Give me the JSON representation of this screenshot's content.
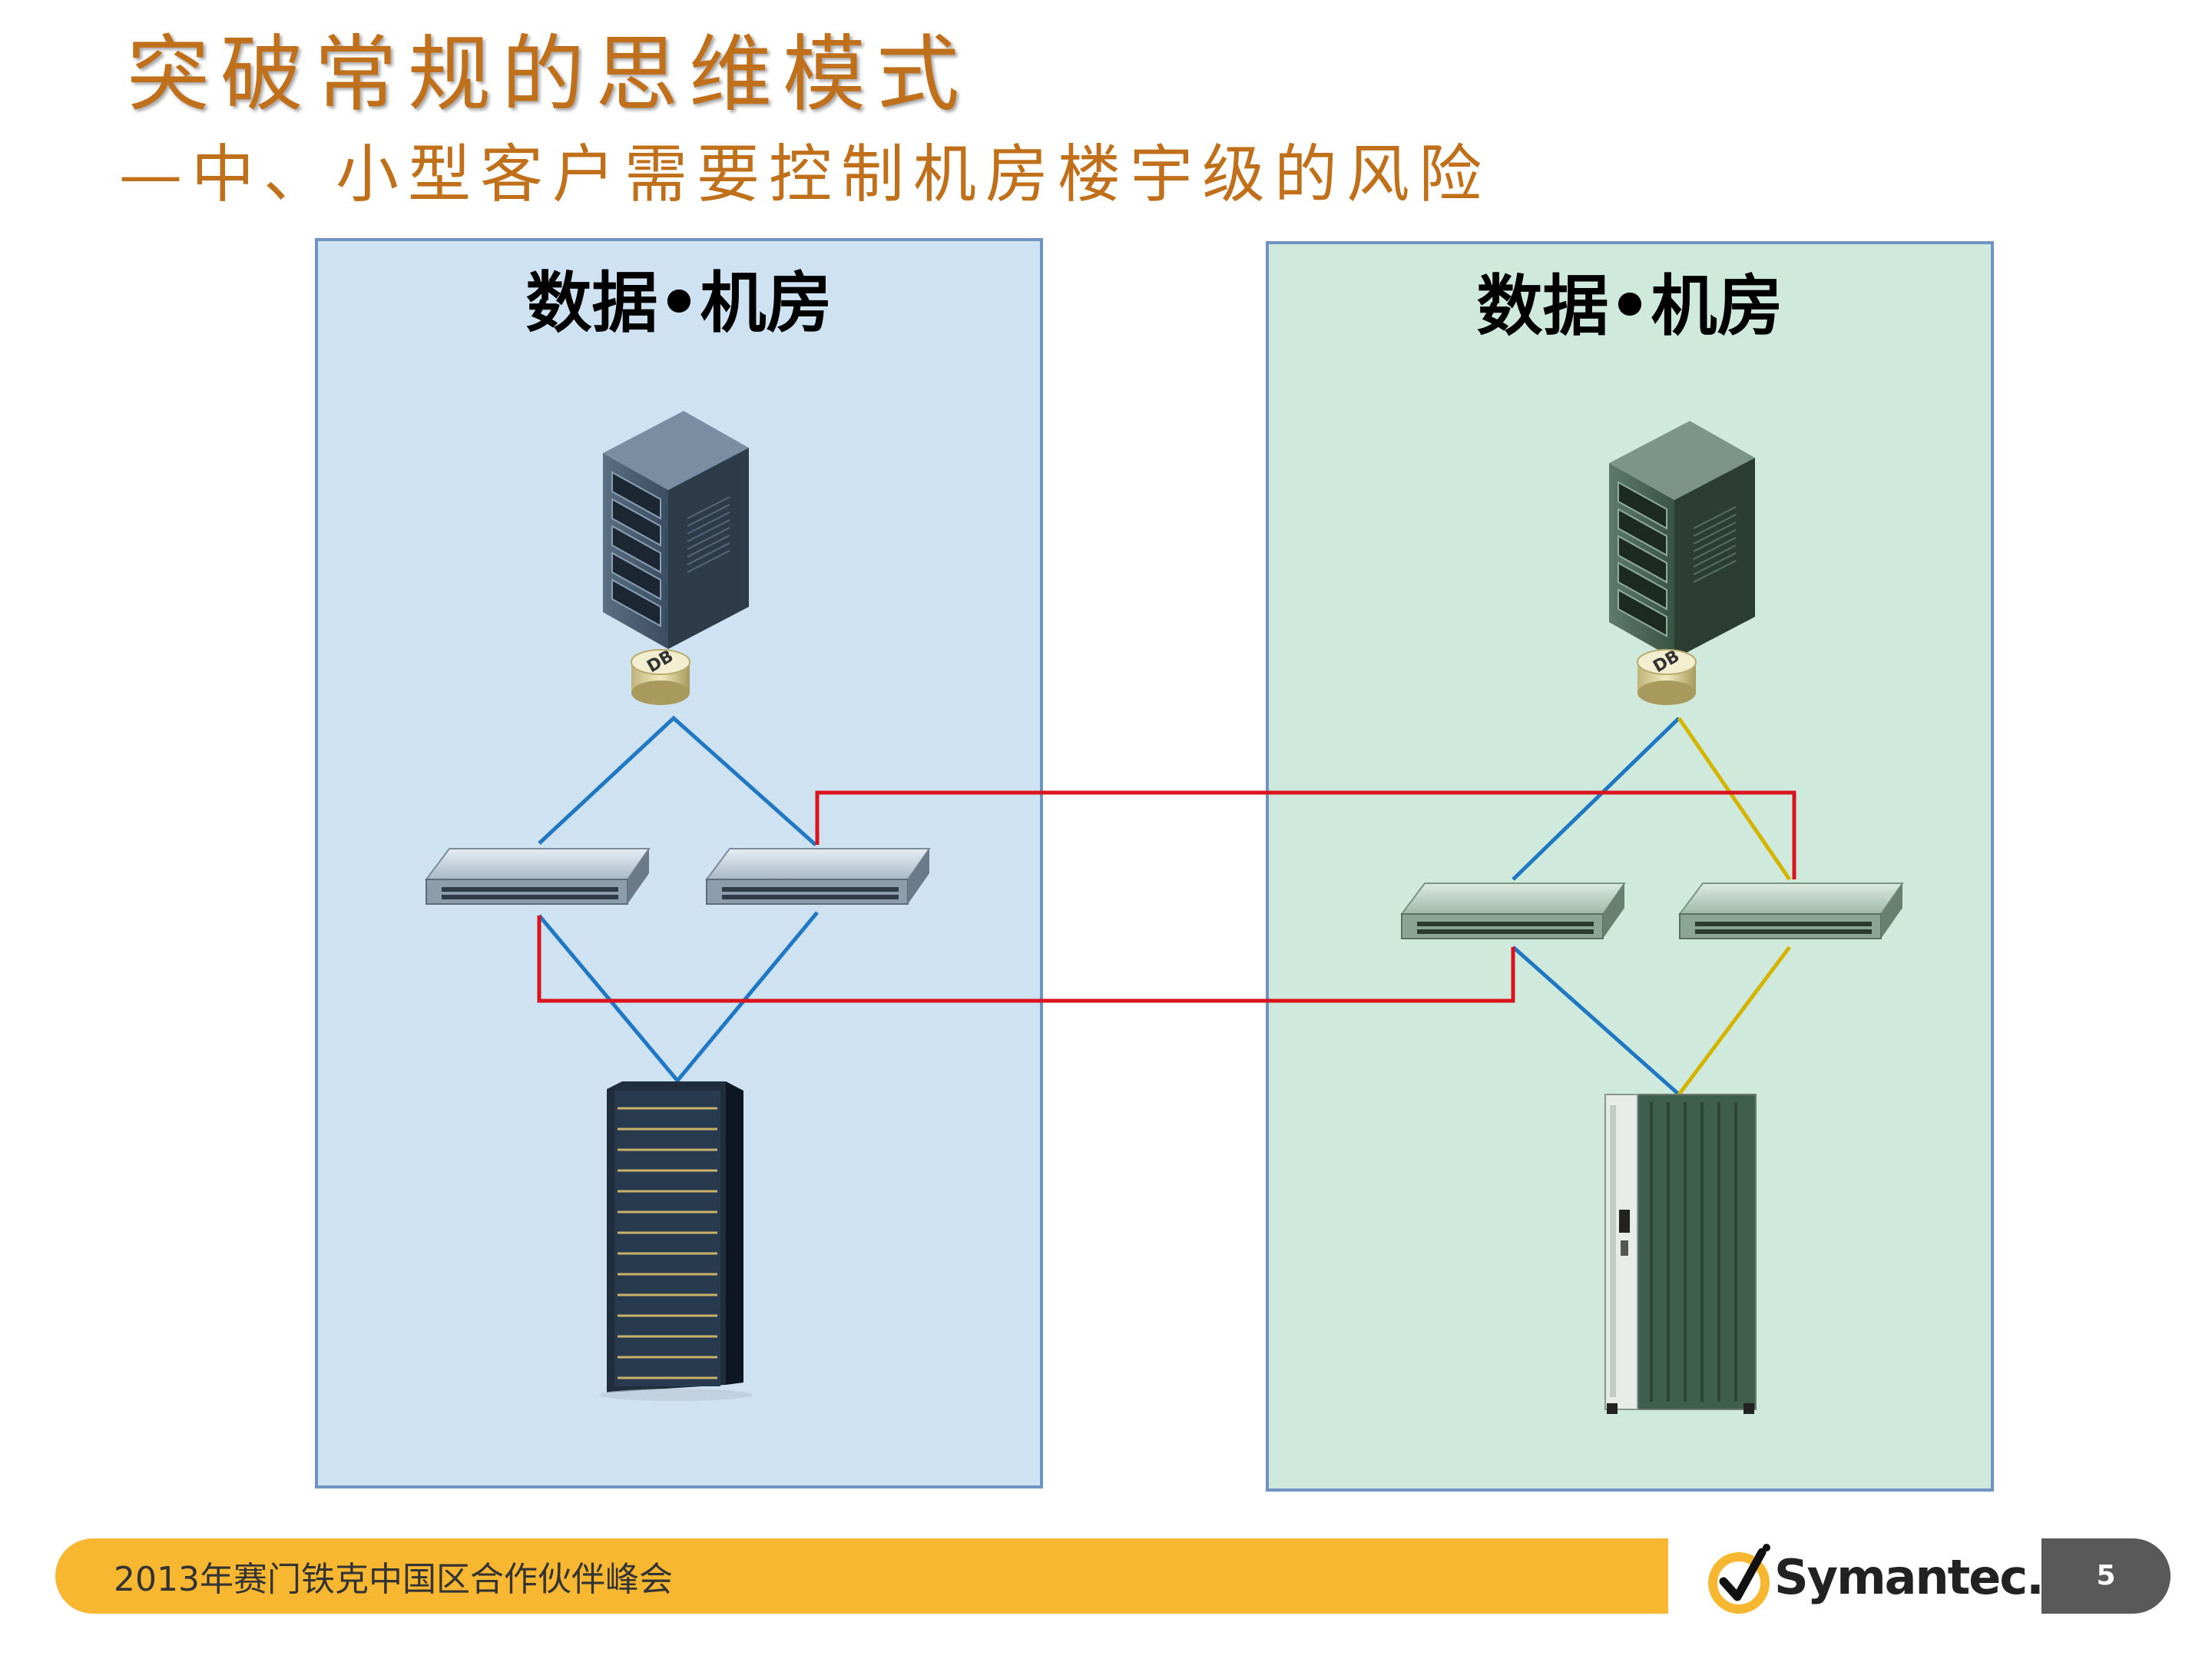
{
  "slide": {
    "title": "突破常规的思维模式",
    "subtitle": "—中、小型客户需要控制机房楼宇级的风险"
  },
  "rooms": [
    {
      "label": "数据•机房",
      "server_badge": "DB"
    },
    {
      "label": "数据•机房",
      "server_badge": "DB"
    }
  ],
  "colors": {
    "left_room_fill": "#cfe2f2",
    "right_room_fill": "#cfeadc",
    "room_border": "#6f94c2",
    "blue_link": "#1f78c1",
    "red_link": "#d9141e",
    "yellow_link": "#d4b400",
    "title": "#c0701a",
    "footer_bar": "#f7b731"
  },
  "icons": [
    "server-icon",
    "db-badge-icon",
    "switch-icon",
    "storage-array-icon",
    "tape-library-icon",
    "symantec-check-icon"
  ],
  "footer": {
    "text": "2013年赛门铁克中国区合作伙伴峰会",
    "brand": "Symantec.",
    "page_number": "5"
  }
}
